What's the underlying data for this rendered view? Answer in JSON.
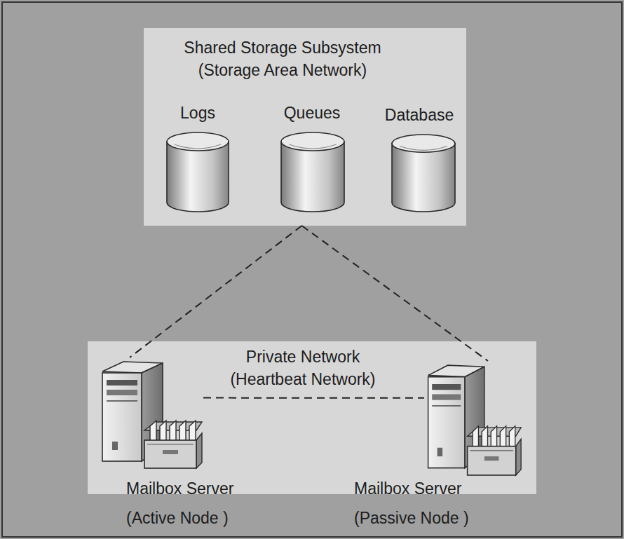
{
  "diagram": {
    "nodes": [
      {
        "text": [
          "Shared Storage Subsystem (Storage Area Network)"
        ]
      },
      {
        "text": [
          "Logs"
        ],
        "in": 0
      },
      {
        "text": [
          "Queues"
        ],
        "in": 0
      },
      {
        "text": [
          "Database"
        ],
        "in": 0
      },
      {
        "text": [
          "Private Network (Heartbeat Network)"
        ]
      },
      {
        "text": [
          "Mailbox Server (Active Node )"
        ],
        "in": 4
      },
      {
        "text": [
          "Mailbox Server (Passive Node )"
        ],
        "in": 4
      }
    ],
    "edges": [
      {
        "from": 0,
        "to": 5,
        "arrow": "none"
      },
      {
        "from": 0,
        "to": 6,
        "arrow": "none"
      },
      {
        "from": 5,
        "to": 6,
        "arrow": "none"
      }
    ]
  }
}
